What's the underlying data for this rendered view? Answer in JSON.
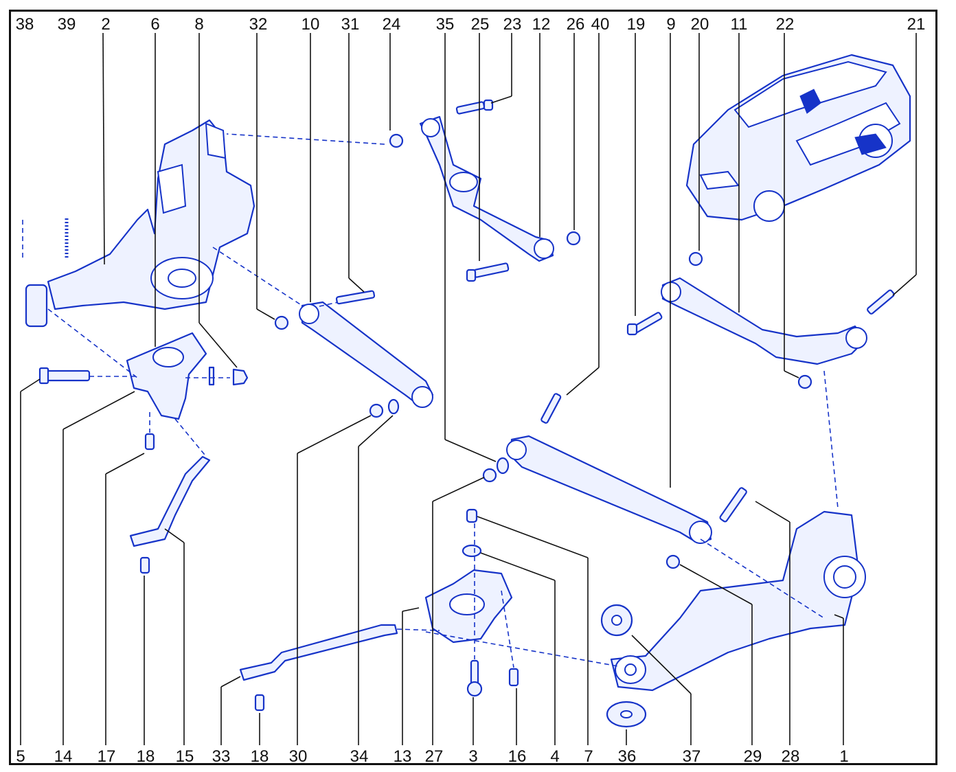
{
  "diagram": {
    "colors": {
      "ink": "#1633c8",
      "leader": "#111111",
      "frame": "#111111",
      "background": "#ffffff"
    },
    "top_labels": [
      "38",
      "39",
      "2",
      "6",
      "8",
      "32",
      "10",
      "31",
      "24",
      "35",
      "25",
      "23",
      "12",
      "26",
      "40",
      "19",
      "9",
      "20",
      "11",
      "22",
      "21"
    ],
    "bottom_labels": [
      "5",
      "14",
      "17",
      "18",
      "15",
      "33",
      "18",
      "30",
      "34",
      "13",
      "27",
      "3",
      "16",
      "4",
      "7",
      "36",
      "37",
      "29",
      "28",
      "1"
    ],
    "parts": [
      "rear-subframe-left",
      "bushing-38",
      "pin-39",
      "bracket-6",
      "bolt-5",
      "nut-8",
      "pin-bracket",
      "bolt-17",
      "anti-roll-link-15",
      "bolt-18-left",
      "lower-arm-10",
      "bolt-31",
      "nut-32",
      "nut-30",
      "washer-34",
      "upper-arm-12",
      "nut-24",
      "bolt-23",
      "bolt-25",
      "nut-26",
      "lower-arm-9",
      "bolt-40",
      "nut-27",
      "washer-35",
      "bolt-28",
      "nut-29",
      "upper-arm-11",
      "nut-20",
      "bolt-19",
      "bolt-21",
      "nut-22",
      "spring-seat-13",
      "bump-stop-7",
      "washer-4",
      "bolt-3",
      "bolt-16",
      "anti-roll-link-33",
      "bolt-18-right",
      "rear-subframe-right",
      "spring-pad-37",
      "spring-seat-36",
      "car-overview"
    ]
  }
}
